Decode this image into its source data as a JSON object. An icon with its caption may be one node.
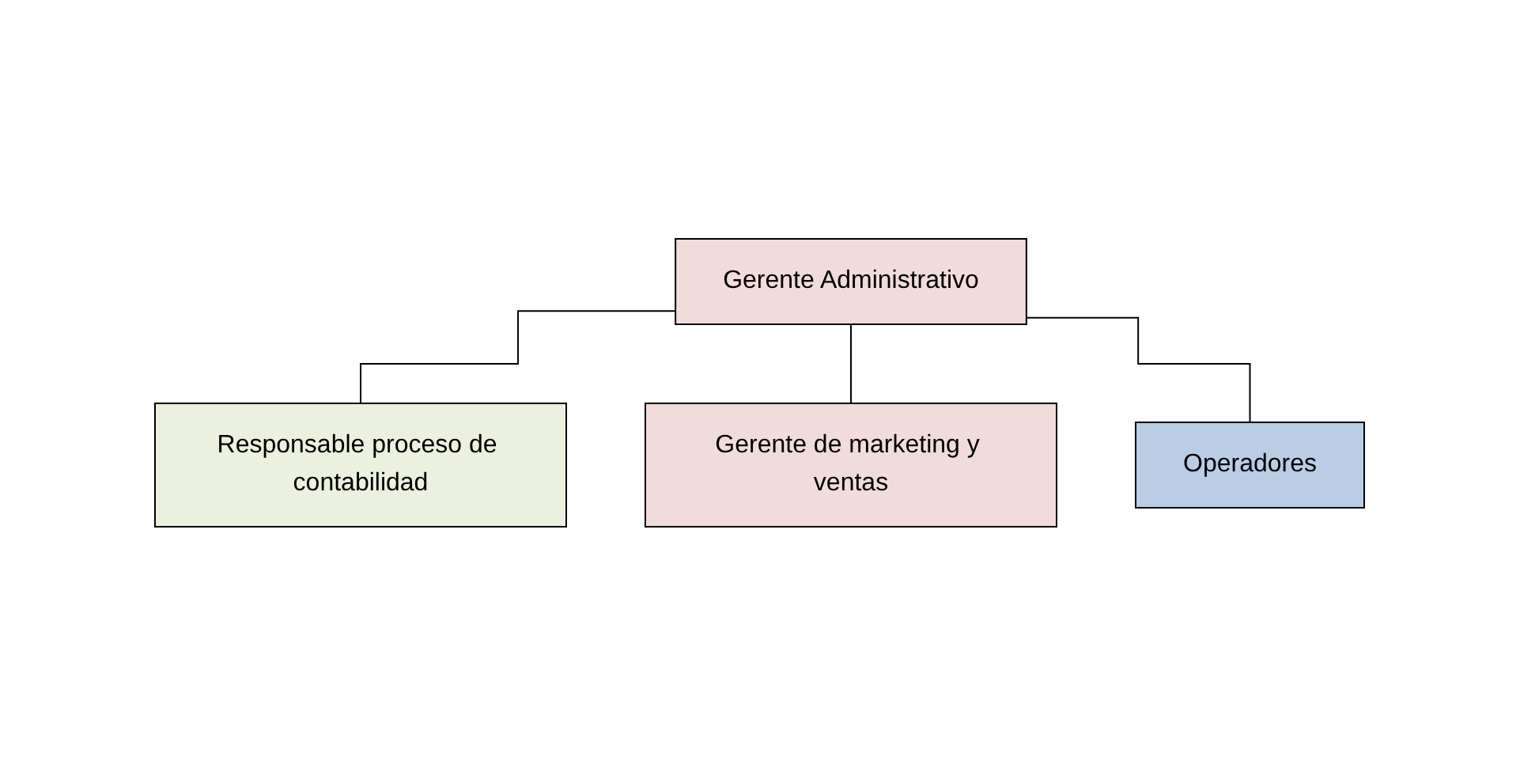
{
  "diagram": {
    "nodes": [
      {
        "text": [
          "Gerente Administrativo"
        ]
      },
      {
        "text": [
          "Responsable proceso de contabilidad"
        ]
      },
      {
        "text": [
          "Gerente de marketing y ventas"
        ]
      },
      {
        "text": [
          "Operadores"
        ]
      }
    ],
    "edges": [
      {
        "from": 0,
        "to": 1,
        "arrow": "none"
      },
      {
        "from": 0,
        "to": 2,
        "arrow": "none"
      },
      {
        "from": 0,
        "to": 3,
        "arrow": "none"
      }
    ]
  }
}
